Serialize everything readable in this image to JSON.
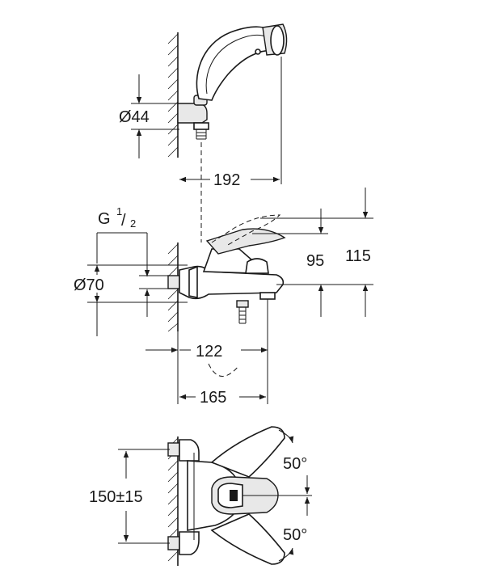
{
  "dimensions": {
    "handshower_diameter": "Ø44",
    "handshower_reach": "192",
    "thread_prefix": "G",
    "thread_num": "1",
    "thread_den": "2",
    "body_diameter": "Ø70",
    "lever_height_inner": "95",
    "lever_height_outer": "115",
    "spout_projection": "122",
    "total_projection": "165",
    "centers": "150±15",
    "angle_upper": "50°",
    "angle_lower": "50°"
  }
}
